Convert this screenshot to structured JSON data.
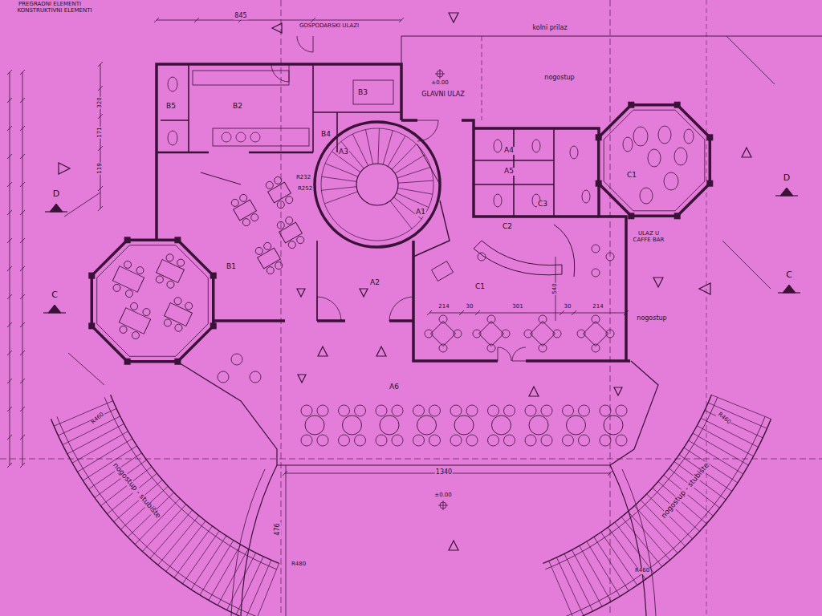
{
  "diagram": {
    "labels": [
      "PREGRADNI ELEMENTI",
      "KONSTRUKTIVNI ELEMENTI",
      "845",
      "GOSPODARSKI ULAZI",
      "kolni prilaz",
      "nogostup",
      "GLAVNI ULAZ",
      "B5",
      "B2",
      "B3",
      "B4",
      "A3",
      "A4",
      "A5",
      "C3",
      "C1",
      "A1",
      "C2",
      "C1",
      "B1",
      "A2",
      "A6",
      "ULAZ U CAFFE BAR",
      "nogostup",
      "D",
      "D",
      "C",
      "C",
      "214",
      "30",
      "301",
      "30",
      "214",
      "1340",
      "476",
      "nogostup - stubište",
      "nogostup - stubište",
      "R460",
      "R460",
      "R480",
      "R460",
      "R232",
      "R252",
      "320",
      "171",
      "119",
      "540",
      "±0.00",
      "±0.00"
    ]
  }
}
